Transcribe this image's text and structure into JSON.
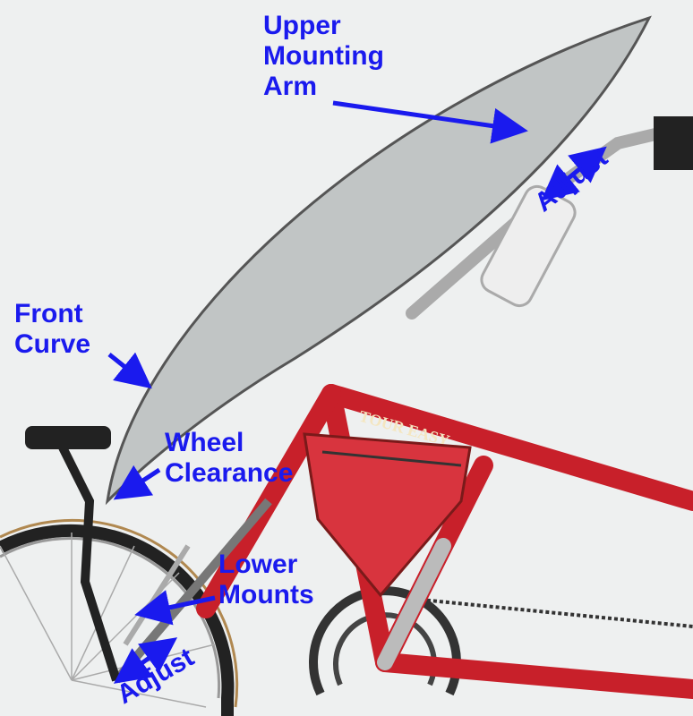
{
  "colors": {
    "label": "#1a1aee",
    "frame": "#c8202a",
    "bag": "#d8343e",
    "shield": "#8a9090",
    "background": "#eef0f0"
  },
  "labels": {
    "upper_arm": "Upper\nMounting\nArm",
    "adjust_top": "Adjust",
    "front_curve": "Front\nCurve",
    "wheel_clearance": "Wheel\nClearance",
    "lower_mounts": "Lower\nMounts",
    "adjust_bottom": "Adjust"
  },
  "frame_text": "TOUR EASY"
}
